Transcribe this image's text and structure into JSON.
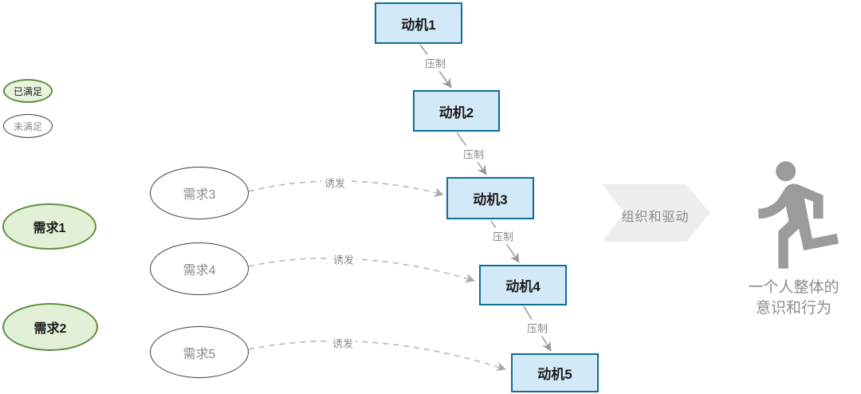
{
  "legend": {
    "satisfied_label": "已满足",
    "unsatisfied_label": "未满足"
  },
  "needs": {
    "need1": "需求1",
    "need2": "需求2",
    "need3": "需求3",
    "need4": "需求4",
    "need5": "需求5"
  },
  "motives": {
    "m1": "动机1",
    "m2": "动机2",
    "m3": "动机3",
    "m4": "动机4",
    "m5": "动机5"
  },
  "edge_labels": {
    "suppress": "压制",
    "induce": "诱发"
  },
  "process_arrow_label": "组织和驱动",
  "outcome_caption": {
    "line1": "一个人整体的",
    "line2": "意识和行为"
  },
  "colors": {
    "motive_fill": "#d4e9f8",
    "motive_border": "#0d6e96",
    "satisfied_fill": "#e3f0d8",
    "satisfied_border": "#5d8f3e",
    "unsatisfied_border": "#3f3f3f",
    "connector_gray": "#999999",
    "dashed_gray": "#b3b3b3",
    "muted_text": "#8a8a8a",
    "process_arrow_fill": "#eeeeee",
    "figure_gray": "#9b9b9b"
  }
}
